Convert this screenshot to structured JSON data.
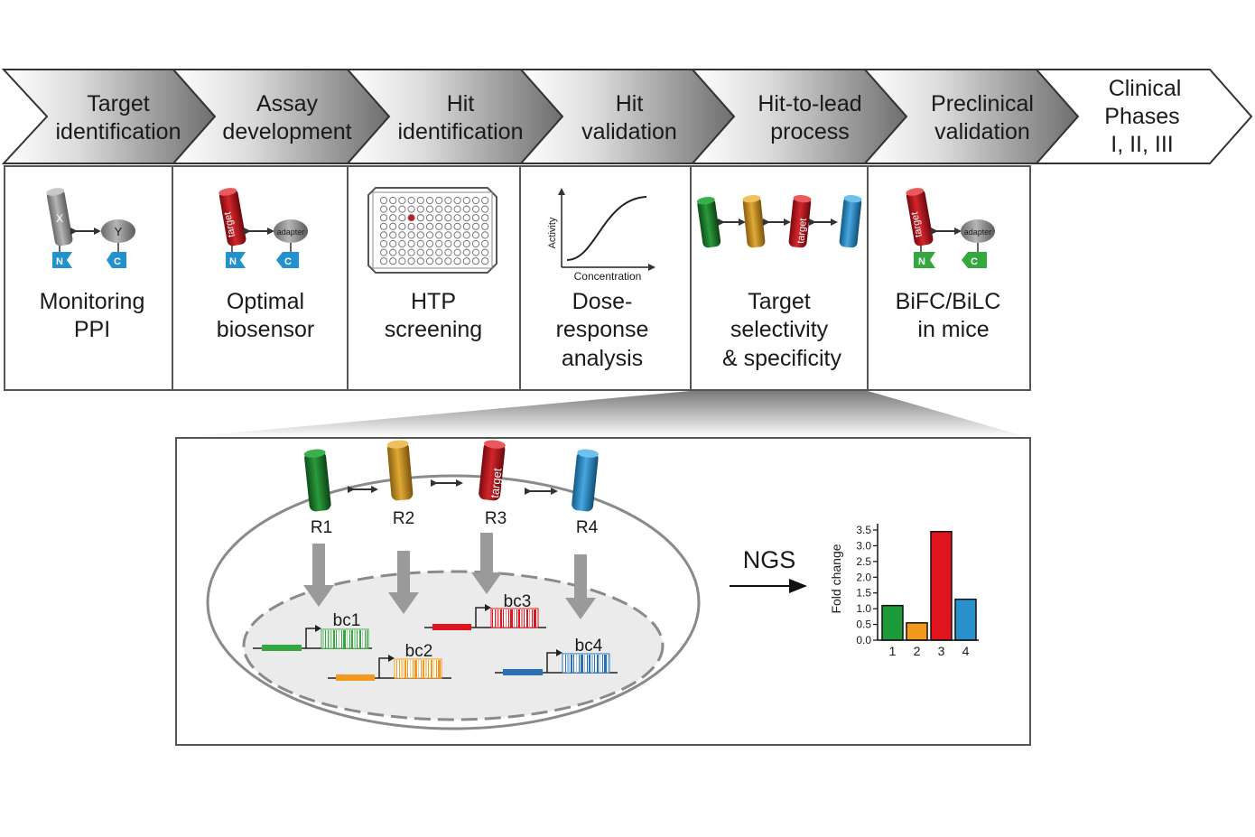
{
  "stages": [
    {
      "line1": "Target",
      "line2": "identification"
    },
    {
      "line1": "Assay",
      "line2": "development"
    },
    {
      "line1": "Hit",
      "line2": "identification"
    },
    {
      "line1": "Hit",
      "line2": "validation"
    },
    {
      "line1": "Hit-to-lead",
      "line2": "process"
    },
    {
      "line1": "Preclinical",
      "line2": "validation"
    },
    {
      "line1": "Clinical",
      "line2": "Phases",
      "line3": "I, II, III"
    }
  ],
  "methods": [
    {
      "line1": "Monitoring",
      "line2": "PPI"
    },
    {
      "line1": "Optimal",
      "line2": "biosensor"
    },
    {
      "line1": "HTP",
      "line2": "screening"
    },
    {
      "line1": "Dose-",
      "line2": "response",
      "line3": "analysis"
    },
    {
      "line1": "Target",
      "line2": "selectivity",
      "line3": "& specificity"
    },
    {
      "line1": "BiFC/BiLC",
      "line2": "in mice"
    }
  ],
  "icons": {
    "x_label": "X",
    "y_label": "Y",
    "target_label": "target",
    "adapter_label": "adapter",
    "n_label": "N",
    "c_label": "C",
    "dose_xlabel": "Concentration",
    "dose_ylabel": "Activity"
  },
  "detail": {
    "receptors": [
      "R1",
      "R2",
      "R3",
      "R4"
    ],
    "receptor_colors": [
      "#1a7a2a",
      "#c8901c",
      "#b8141a",
      "#2a8ac4"
    ],
    "barcodes": [
      "bc1",
      "bc2",
      "bc3",
      "bc4"
    ],
    "ngs_label": "NGS"
  },
  "chart_data": {
    "type": "bar",
    "categories": [
      "1",
      "2",
      "3",
      "4"
    ],
    "values": [
      1.1,
      0.55,
      3.45,
      1.3
    ],
    "colors": [
      "#1e9a3a",
      "#f39a1e",
      "#e0141e",
      "#2a90cc"
    ],
    "ylabel": "Fold change",
    "ylim": [
      0,
      3.5
    ],
    "yticks": [
      "0.0",
      "0.5",
      "1.0",
      "1.5",
      "2.0",
      "2.5",
      "3.0",
      "3.5"
    ]
  }
}
